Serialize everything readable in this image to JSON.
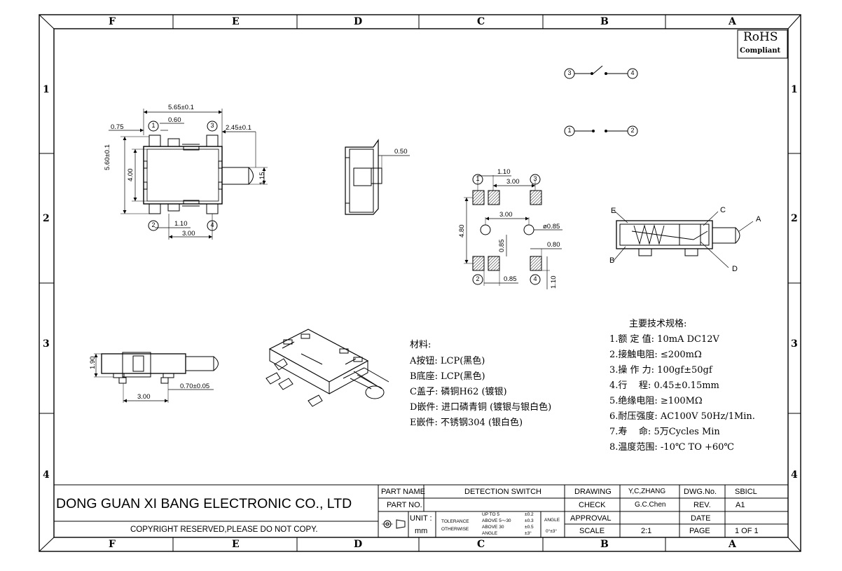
{
  "zones": {
    "columns": [
      "F",
      "E",
      "D",
      "C",
      "B",
      "A"
    ],
    "rows": [
      "1",
      "2",
      "3",
      "4"
    ]
  },
  "rohs": {
    "line1": "RoHS",
    "line2": "Compliant"
  },
  "dimensions": {
    "overall_width": "5.65±0.1",
    "left_offset": "0.75",
    "pin_width": "0.60",
    "stem_length": "2.45±0.1",
    "height": "5.60±0.1",
    "inner_height": "4.00",
    "stem_dia": "1.15",
    "pin_pitch": "1.10",
    "pin_span": "3.00",
    "side_offset": "0.50",
    "pad_pitch": "1.10",
    "pad_span_top": "3.00",
    "hole_span": "3.00",
    "hole_dia": "ø0.85",
    "pad_rows": "4.80",
    "pad_gap_v": "0.85",
    "pad_w": "0.80",
    "pad_gap_h": "0.85",
    "pad_h": "1.10",
    "front_h": "1.90",
    "front_offset": "0.70±0.05",
    "front_span": "3.00"
  },
  "pins": {
    "p1": "1",
    "p2": "2",
    "p3": "3",
    "p4": "4"
  },
  "part_labels": {
    "A": "A",
    "B": "B",
    "C": "C",
    "D": "D",
    "E": "E"
  },
  "materials": {
    "title": "材料:",
    "items": [
      {
        "letter": "A",
        "text": "按钮: LCP(黑色)"
      },
      {
        "letter": "B",
        "text": "底座: LCP(黑色)"
      },
      {
        "letter": "C",
        "text": "盖子: 磷铜H62 (镀银)"
      },
      {
        "letter": "D",
        "text": "嵌件: 进口磷青铜 (镀银与银白色)"
      },
      {
        "letter": "E",
        "text": "嵌件: 不锈钢304 (银白色)"
      }
    ]
  },
  "specs": {
    "title": "主要技术规格:",
    "items": [
      "1.额 定 值: 10mA DC12V",
      "2.接触电阻: ≤200mΩ",
      "3.操 作 力: 100gf±50gf",
      "4.行    程: 0.45±0.15mm",
      "5.绝缘电阻: ≥100MΩ",
      "6.耐压强度: AC100V 50Hz/1Min.",
      "7.寿    命: 5万Cycles Min",
      "8.温度范围: -10℃ TO +60℃"
    ]
  },
  "title_block": {
    "company": "DONG GUAN XI BANG ELECTRONIC CO., LTD",
    "copyright": "COPYRIGHT RESERVED,PLEASE DO NOT COPY.",
    "part_name_label": "PART NAME",
    "part_name": "DETECTION SWITCH",
    "part_no_label": "PART NO.",
    "unit_label": "UNIT :",
    "unit": "mm",
    "tolerance_label": "TOLERANCE",
    "otherwise_label": "OTHERWISE",
    "tol_1_label": "UP TO 5",
    "tol_1": "±0.2",
    "tol_2_label": "ABOVE 5～30",
    "tol_2": "±0.3",
    "tol_3_label": "ABOVE 30",
    "tol_3": "±0.5",
    "angle_row_label": "ANGLE",
    "angle_tol": "±3°",
    "angle_label": "ANGLE",
    "angle_value": "0°±3°",
    "drawing_label": "DRAWING",
    "drawing": "Y,C,ZHANG",
    "check_label": "CHECK",
    "check": "G.C.Chen",
    "approval_label": "APPROVAL",
    "scale_label": "SCALE",
    "scale": "2:1",
    "dwg_label": "DWG.No.",
    "dwg": "SBICL",
    "rev_label": "REV.",
    "rev": "A1",
    "date_label": "DATE",
    "page_label": "PAGE",
    "page": "1 OF 1"
  }
}
